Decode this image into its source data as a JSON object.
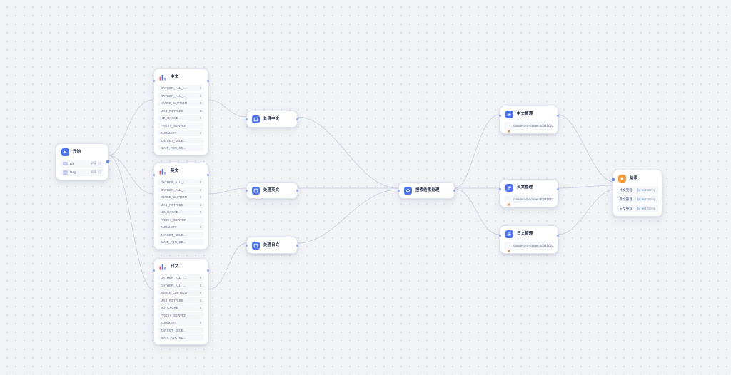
{
  "canvas": {
    "background_color": "#f2f3f7",
    "accent_color": "#4b72f0",
    "end_color": "#f59a38",
    "type_color": "#3f7fd6"
  },
  "nodes": {
    "start": {
      "title": "开始",
      "icon": "start-icon",
      "inputs": [
        {
          "name": "url",
          "required_label": "必填",
          "tag": "variable-tag"
        },
        {
          "name": "lang",
          "required_label": "必填",
          "tag": "variable-tag"
        }
      ]
    },
    "param_zh": {
      "title": "中文",
      "icon": "param-icon",
      "params": [
        {
          "key": "GATHER_ALL_I...",
          "value": "0"
        },
        {
          "key": "GATHER_ALL_...",
          "value": "0"
        },
        {
          "key": "IMAGE_CAPTION",
          "value": "0"
        },
        {
          "key": "MAX_RETRIES",
          "value": "3"
        },
        {
          "key": "NO_CACHE",
          "value": "0"
        },
        {
          "key": "PROXY_SERVER",
          "value": ""
        },
        {
          "key": "SUMMARY",
          "value": "0"
        },
        {
          "key": "TARGET_SELE...",
          "value": ""
        },
        {
          "key": "WAIT_FOR_SE...",
          "value": ""
        }
      ]
    },
    "param_en": {
      "title": "英文",
      "icon": "param-icon",
      "params": [
        {
          "key": "GATHER_ALL_I...",
          "value": "0"
        },
        {
          "key": "GATHER_ALL_...",
          "value": "0"
        },
        {
          "key": "IMAGE_CAPTION",
          "value": "0"
        },
        {
          "key": "MAX_RETRIES",
          "value": "3"
        },
        {
          "key": "NO_CACHE",
          "value": "0"
        },
        {
          "key": "PROXY_SERVER",
          "value": ""
        },
        {
          "key": "SUMMARY",
          "value": "0"
        },
        {
          "key": "TARGET_SELE...",
          "value": ""
        },
        {
          "key": "WAIT_FOR_SE...",
          "value": ""
        }
      ]
    },
    "param_ja": {
      "title": "日文",
      "icon": "param-icon",
      "params": [
        {
          "key": "GATHER_ALL_I...",
          "value": "0"
        },
        {
          "key": "GATHER_ALL_...",
          "value": "0"
        },
        {
          "key": "IMAGE_CAPTION",
          "value": "0"
        },
        {
          "key": "MAX_RETRIES",
          "value": "3"
        },
        {
          "key": "NO_CACHE",
          "value": "0"
        },
        {
          "key": "PROXY_SERVER",
          "value": ""
        },
        {
          "key": "SUMMARY",
          "value": "0"
        },
        {
          "key": "TARGET_SELE...",
          "value": ""
        },
        {
          "key": "WAIT_FOR_SE...",
          "value": ""
        }
      ]
    },
    "proc_zh": {
      "title": "处理中文",
      "icon": "process-icon"
    },
    "proc_en": {
      "title": "处理英文",
      "icon": "process-icon"
    },
    "proc_ja": {
      "title": "处理日文",
      "icon": "process-icon"
    },
    "dispatch": {
      "title": "搜索结果处理",
      "icon": "process-icon"
    },
    "llm_zh": {
      "title": "中文整理",
      "icon": "llm-icon",
      "model": "claude-3-5-sonnet-20241022"
    },
    "llm_en": {
      "title": "英文整理",
      "icon": "llm-icon",
      "model": "claude-3-5-sonnet-20241022"
    },
    "llm_ja": {
      "title": "日文整理",
      "icon": "llm-icon",
      "model": "claude-3-5-sonnet-20241022"
    },
    "end": {
      "title": "结束",
      "icon": "end-icon",
      "outputs": [
        {
          "name": "中文整理",
          "ref": "{x} text",
          "type": "String"
        },
        {
          "name": "英文整理",
          "ref": "{x} text",
          "type": "String"
        },
        {
          "name": "日文整理",
          "ref": "{x} text",
          "type": "String"
        }
      ]
    }
  }
}
